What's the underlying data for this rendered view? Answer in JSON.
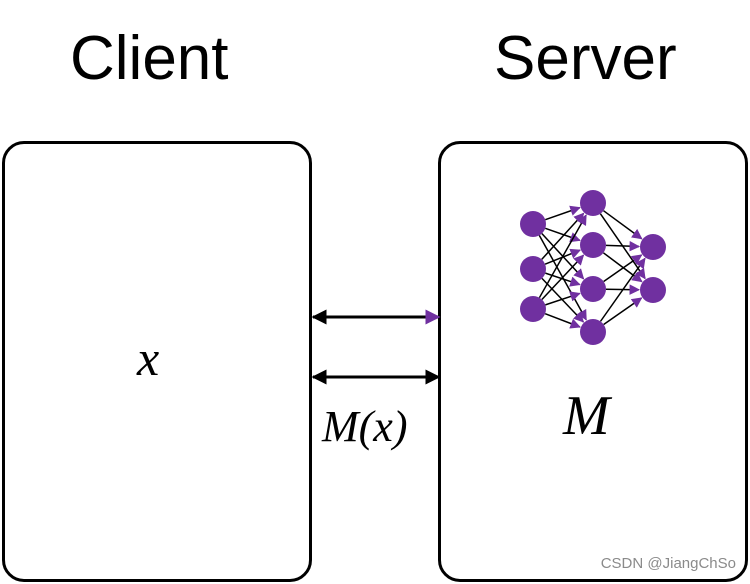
{
  "headings": {
    "client": "Client",
    "server": "Server"
  },
  "client_box": {
    "variable": "x"
  },
  "server_box": {
    "model": "M"
  },
  "channel": {
    "response_label": "M(x)"
  },
  "watermark": "CSDN @JiangChSo",
  "colors": {
    "node": "#7030a0",
    "arrowhead": "#7030a0",
    "stroke": "#000000",
    "watermark": "#8a8a8a"
  },
  "neural_network": {
    "layers": [
      3,
      4,
      2
    ],
    "icon": "neural-network-icon"
  }
}
